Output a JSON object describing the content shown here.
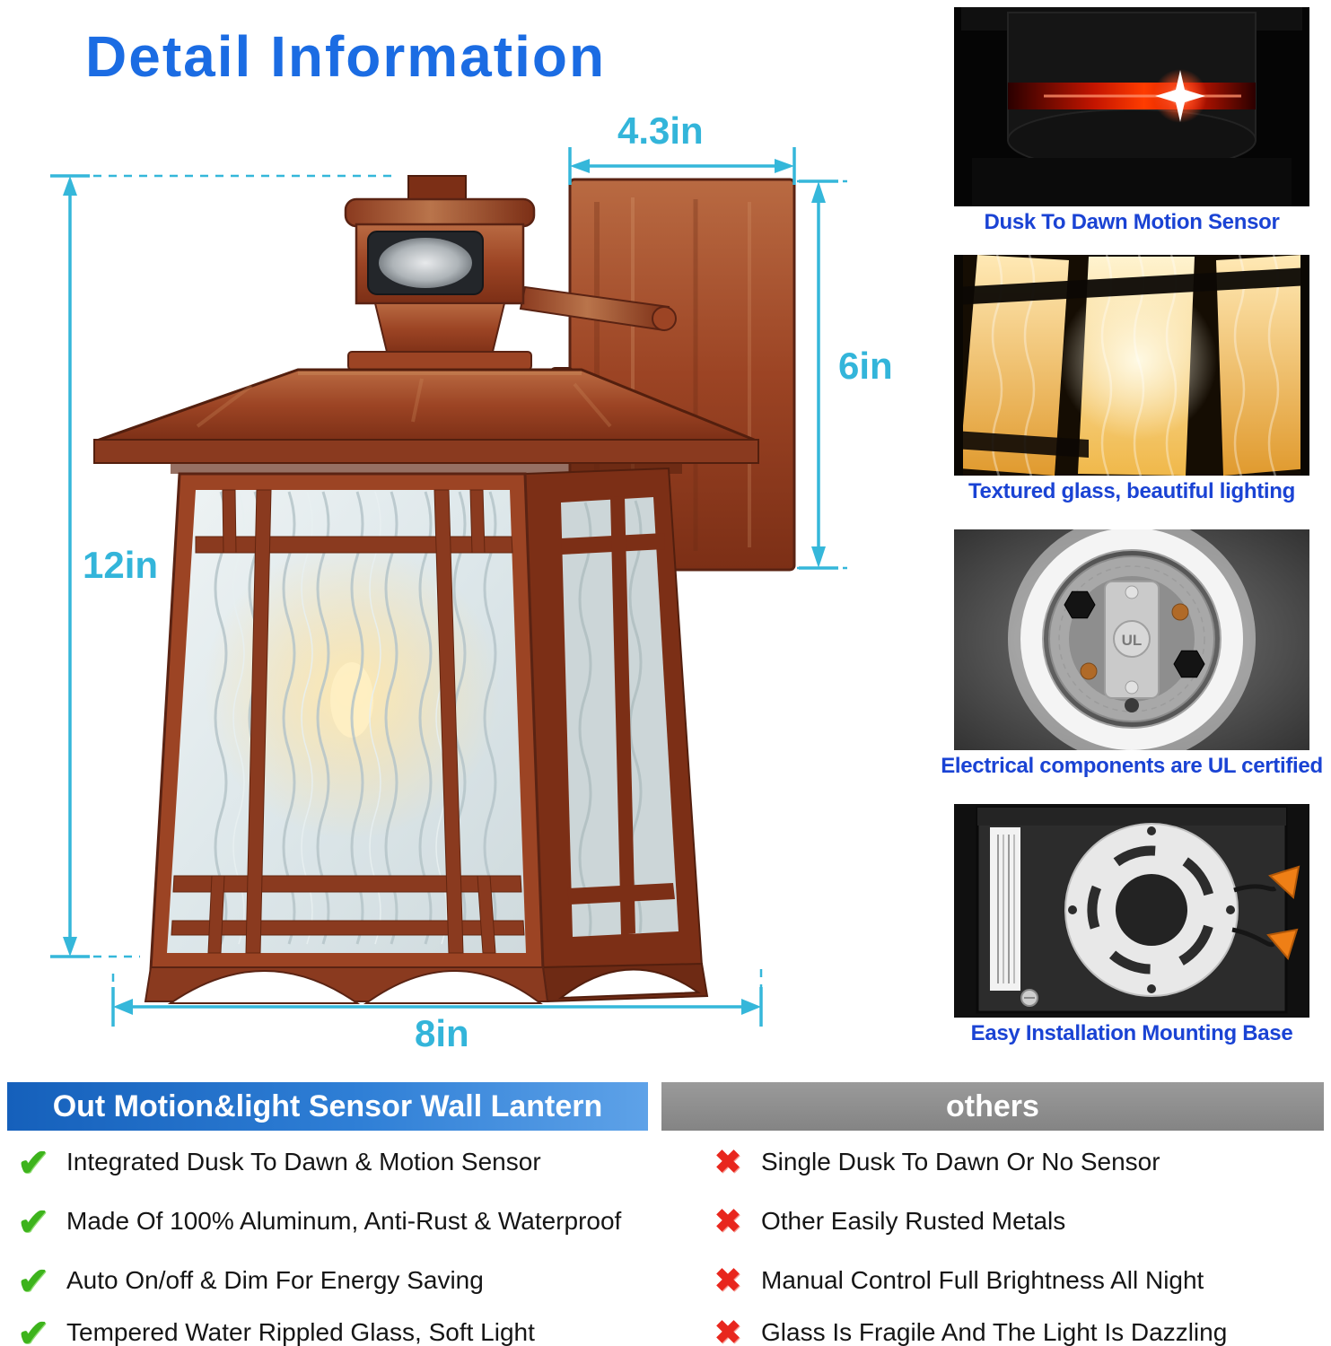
{
  "title": "Detail Information",
  "diagram": {
    "labels": {
      "top_width": "4.3in",
      "plate_height": "6in",
      "total_height": "12in",
      "body_width": "8in"
    },
    "arrow_color": "#35b7da"
  },
  "feature_panels": [
    {
      "caption": "Dusk To Dawn Motion Sensor"
    },
    {
      "caption": "Textured glass, beautiful lighting"
    },
    {
      "caption": "Electrical components are UL certified",
      "badge": "UL"
    },
    {
      "caption": "Easy Installation Mounting Base"
    }
  ],
  "comparison": {
    "left_header": "Out Motion&light Sensor Wall Lantern",
    "right_header": "others",
    "pro_icon": "check-icon",
    "con_icon": "x-icon",
    "pros": [
      "Integrated Dusk To Dawn & Motion Sensor",
      "Made Of 100% Aluminum, Anti-Rust & Waterproof",
      "Auto On/off & Dim For Energy Saving",
      "Tempered Water Rippled Glass, Soft Light"
    ],
    "cons": [
      "Single Dusk To Dawn Or No Sensor",
      "Other Easily Rusted Metals",
      "Manual Control Full Brightness All Night",
      "Glass Is Fragile And The Light Is Dazzling"
    ]
  },
  "colors": {
    "title_blue": "#1b6ce3",
    "dimension_cyan": "#33b5da",
    "caption_blue": "#1a43d4",
    "check_green": "#3db31c",
    "cross_red": "#e8261d",
    "header_left_blue": "#2f7fd6",
    "header_right_gray": "#8f8f8f",
    "lantern_copper": "#9c4424"
  }
}
